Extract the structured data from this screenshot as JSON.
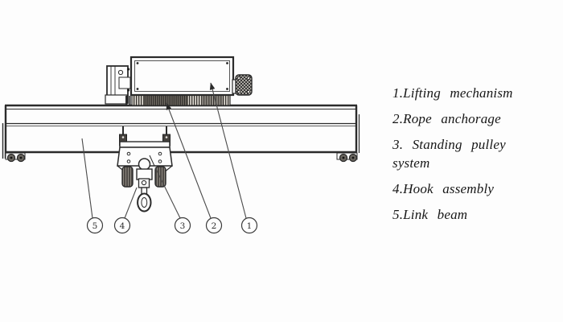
{
  "colors": {
    "ink": "#2b2b2b",
    "paper": "#fdfdfd",
    "leader": "#4a4a4a"
  },
  "legend": {
    "items": [
      {
        "text": "1.Lifting mechanism"
      },
      {
        "text": "2.Rope anchorage"
      },
      {
        "text": "3. Standing pulley system"
      },
      {
        "text": "4.Hook assembly"
      },
      {
        "text": "5.Link beam"
      }
    ]
  },
  "callouts": {
    "c1": "1",
    "c2": "2",
    "c3": "3",
    "c4": "4",
    "c5": "5"
  }
}
